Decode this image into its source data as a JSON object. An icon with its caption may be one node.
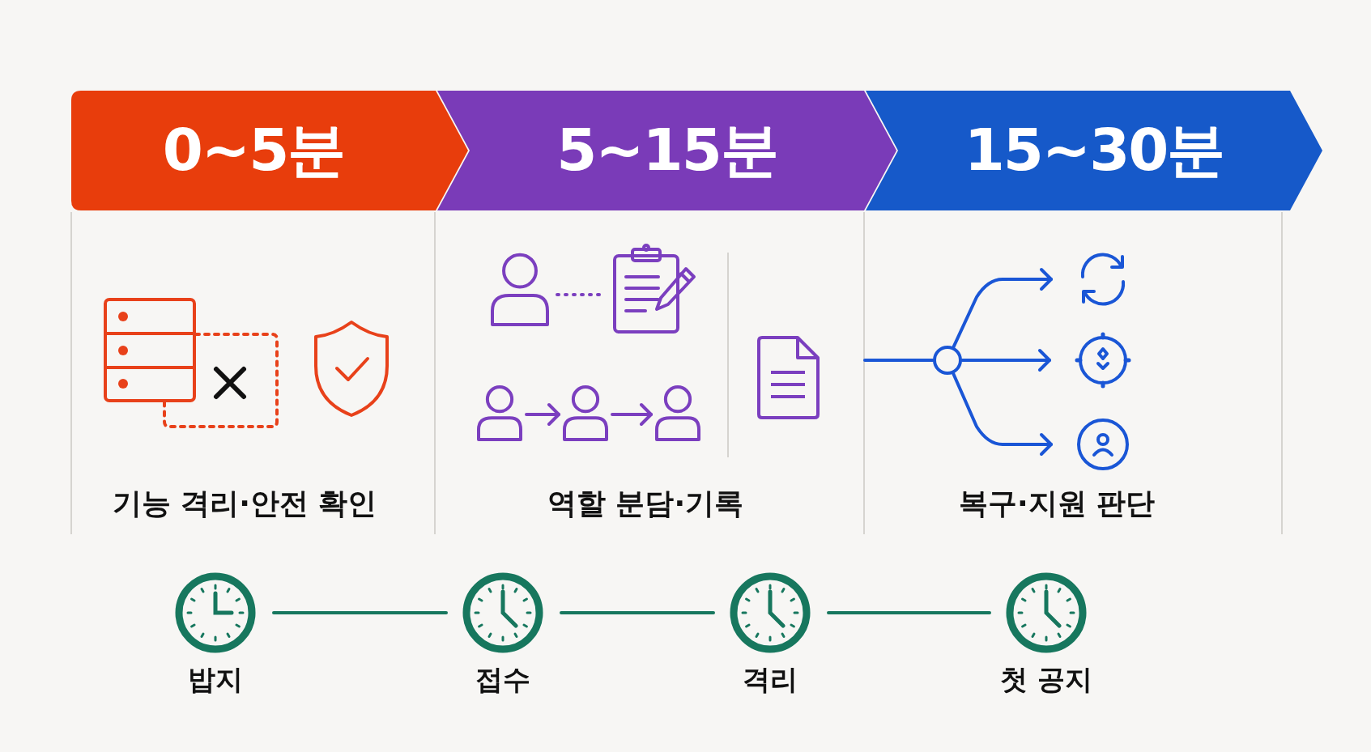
{
  "diagram": {
    "nodes": [
      {
        "text": [
          "0~5분"
        ]
      },
      {
        "text": [
          "5~15분"
        ]
      },
      {
        "text": [
          "15~30분"
        ]
      },
      {
        "text": [],
        "shape": "person"
      },
      {
        "text": [],
        "shape": "picture"
      },
      {
        "text": [],
        "shape": "person"
      },
      {
        "text": [],
        "shape": "person"
      },
      {
        "text": [],
        "shape": "person"
      },
      {
        "text": [],
        "shape": "circle"
      },
      {
        "text": [],
        "shape": "picture"
      },
      {
        "text": [],
        "shape": "picture"
      },
      {
        "text": [],
        "shape": "picture"
      },
      {
        "text": [
          "밥지"
        ]
      },
      {
        "text": [
          "접수"
        ]
      },
      {
        "text": [
          "격리"
        ]
      },
      {
        "text": [
          "첫 공지"
        ]
      }
    ],
    "edges": [
      {
        "from": 3,
        "to": 4,
        "arrow": "none",
        "style": "dashed",
        "color": "#7b3fbf"
      },
      {
        "from": 5,
        "to": 6,
        "arrow": "to",
        "color": "#7b3fbf"
      },
      {
        "from": 6,
        "to": 7,
        "arrow": "to",
        "color": "#7b3fbf"
      },
      {
        "from": null,
        "to": 8,
        "arrow": "none",
        "color": "#1a56d6"
      },
      {
        "from": 8,
        "to": 9,
        "arrow": "to",
        "color": "#1a56d6"
      },
      {
        "from": 8,
        "to": 10,
        "arrow": "to",
        "color": "#1a56d6"
      },
      {
        "from": 8,
        "to": 11,
        "arrow": "to",
        "color": "#1a56d6"
      },
      {
        "from": 12,
        "to": 13,
        "arrow": "none",
        "color": "#17775e"
      },
      {
        "from": 13,
        "to": 14,
        "arrow": "none",
        "color": "#17775e"
      },
      {
        "from": 14,
        "to": 15,
        "arrow": "none",
        "color": "#17775e"
      }
    ],
    "labels": [
      "기능 격리·안전 확인",
      "역할 분담·기록",
      "복구·지원 판단"
    ]
  }
}
